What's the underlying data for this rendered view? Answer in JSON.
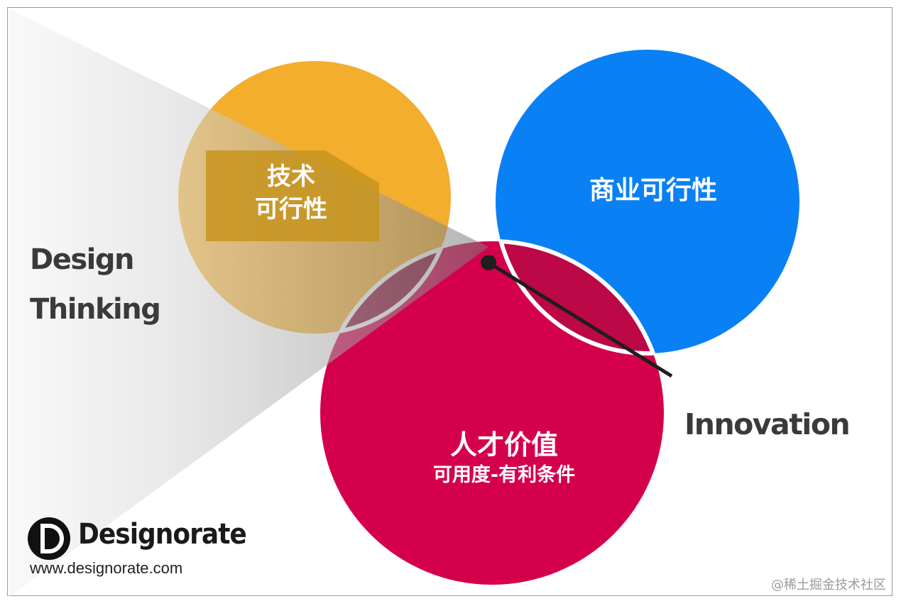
{
  "diagram": {
    "circles": {
      "technical": {
        "label_line1": "技术",
        "label_line2": "可行性",
        "color": "#F2AE2C"
      },
      "business": {
        "label": "商业可行性",
        "color": "#0A80F5"
      },
      "human": {
        "label": "人才价值",
        "sublabel": "可用度-有利条件",
        "color": "#D4004C"
      }
    },
    "overlaps": {
      "technical_business": "#EE962F",
      "technical_human": "#8C0D33",
      "business_human": "#BC0846",
      "center": "#6B0C24"
    },
    "center_label": "Innovation",
    "side_label": {
      "line1": "Design",
      "line2": "Thinking"
    }
  },
  "branding": {
    "logo_letter": "D",
    "name": "Designorate",
    "url": "www.designorate.com"
  },
  "watermark": "@稀土掘金技术社区"
}
